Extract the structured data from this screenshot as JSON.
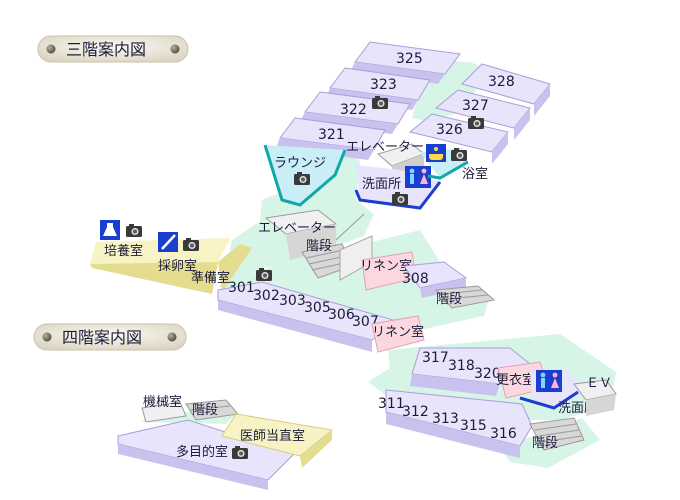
{
  "titles": {
    "floor3": "三階案内図",
    "floor4": "四階案内図"
  },
  "rooms3": {
    "r325": "325",
    "r323": "323",
    "r322": "322",
    "r321": "321",
    "r328": "328",
    "r327": "327",
    "r326": "326",
    "lounge": "ラウンジ",
    "elevator_top": "エレベーター",
    "washroom": "洗面所",
    "bath": "浴室",
    "elevator_mid": "エレベーター",
    "stairs_mid": "階段",
    "culture": "培養室",
    "egg": "採卵室",
    "prep": "準備室",
    "linen_a": "リネン室",
    "r308": "308",
    "stairs_308": "階段",
    "r301": "301",
    "r302": "302",
    "r303": "303",
    "r305": "305",
    "r306": "306",
    "r307": "307",
    "linen_b": "リネン室"
  },
  "rooms4": {
    "r317": "317",
    "r318": "318",
    "r320": "320",
    "changing": "更衣室",
    "ev": "ＥＶ",
    "r311": "311",
    "r312": "312",
    "r313": "313",
    "r315": "315",
    "r316": "316",
    "stairs": "階段",
    "washroom": "洗面所",
    "machine": "機械室",
    "stairs_left": "階段",
    "doctor": "医師当直室",
    "multi": "多目的室"
  },
  "icons": [
    "camera-icon",
    "toilet-icon",
    "bath-icon",
    "flask-icon",
    "pipette-icon"
  ],
  "colors": {
    "corridor": "#d7f5e6",
    "room_top": "#e8e4fb",
    "room_side": "#c9c1ee",
    "lab_top": "#f7f3c4",
    "lab_side": "#e4dc8f",
    "linen_top": "#fbd8e0",
    "lounge": "#c9eef8",
    "blue_edge": "#1a3fd0",
    "teal_edge": "#12a7a7",
    "pill_bg": "#ece7d9"
  }
}
